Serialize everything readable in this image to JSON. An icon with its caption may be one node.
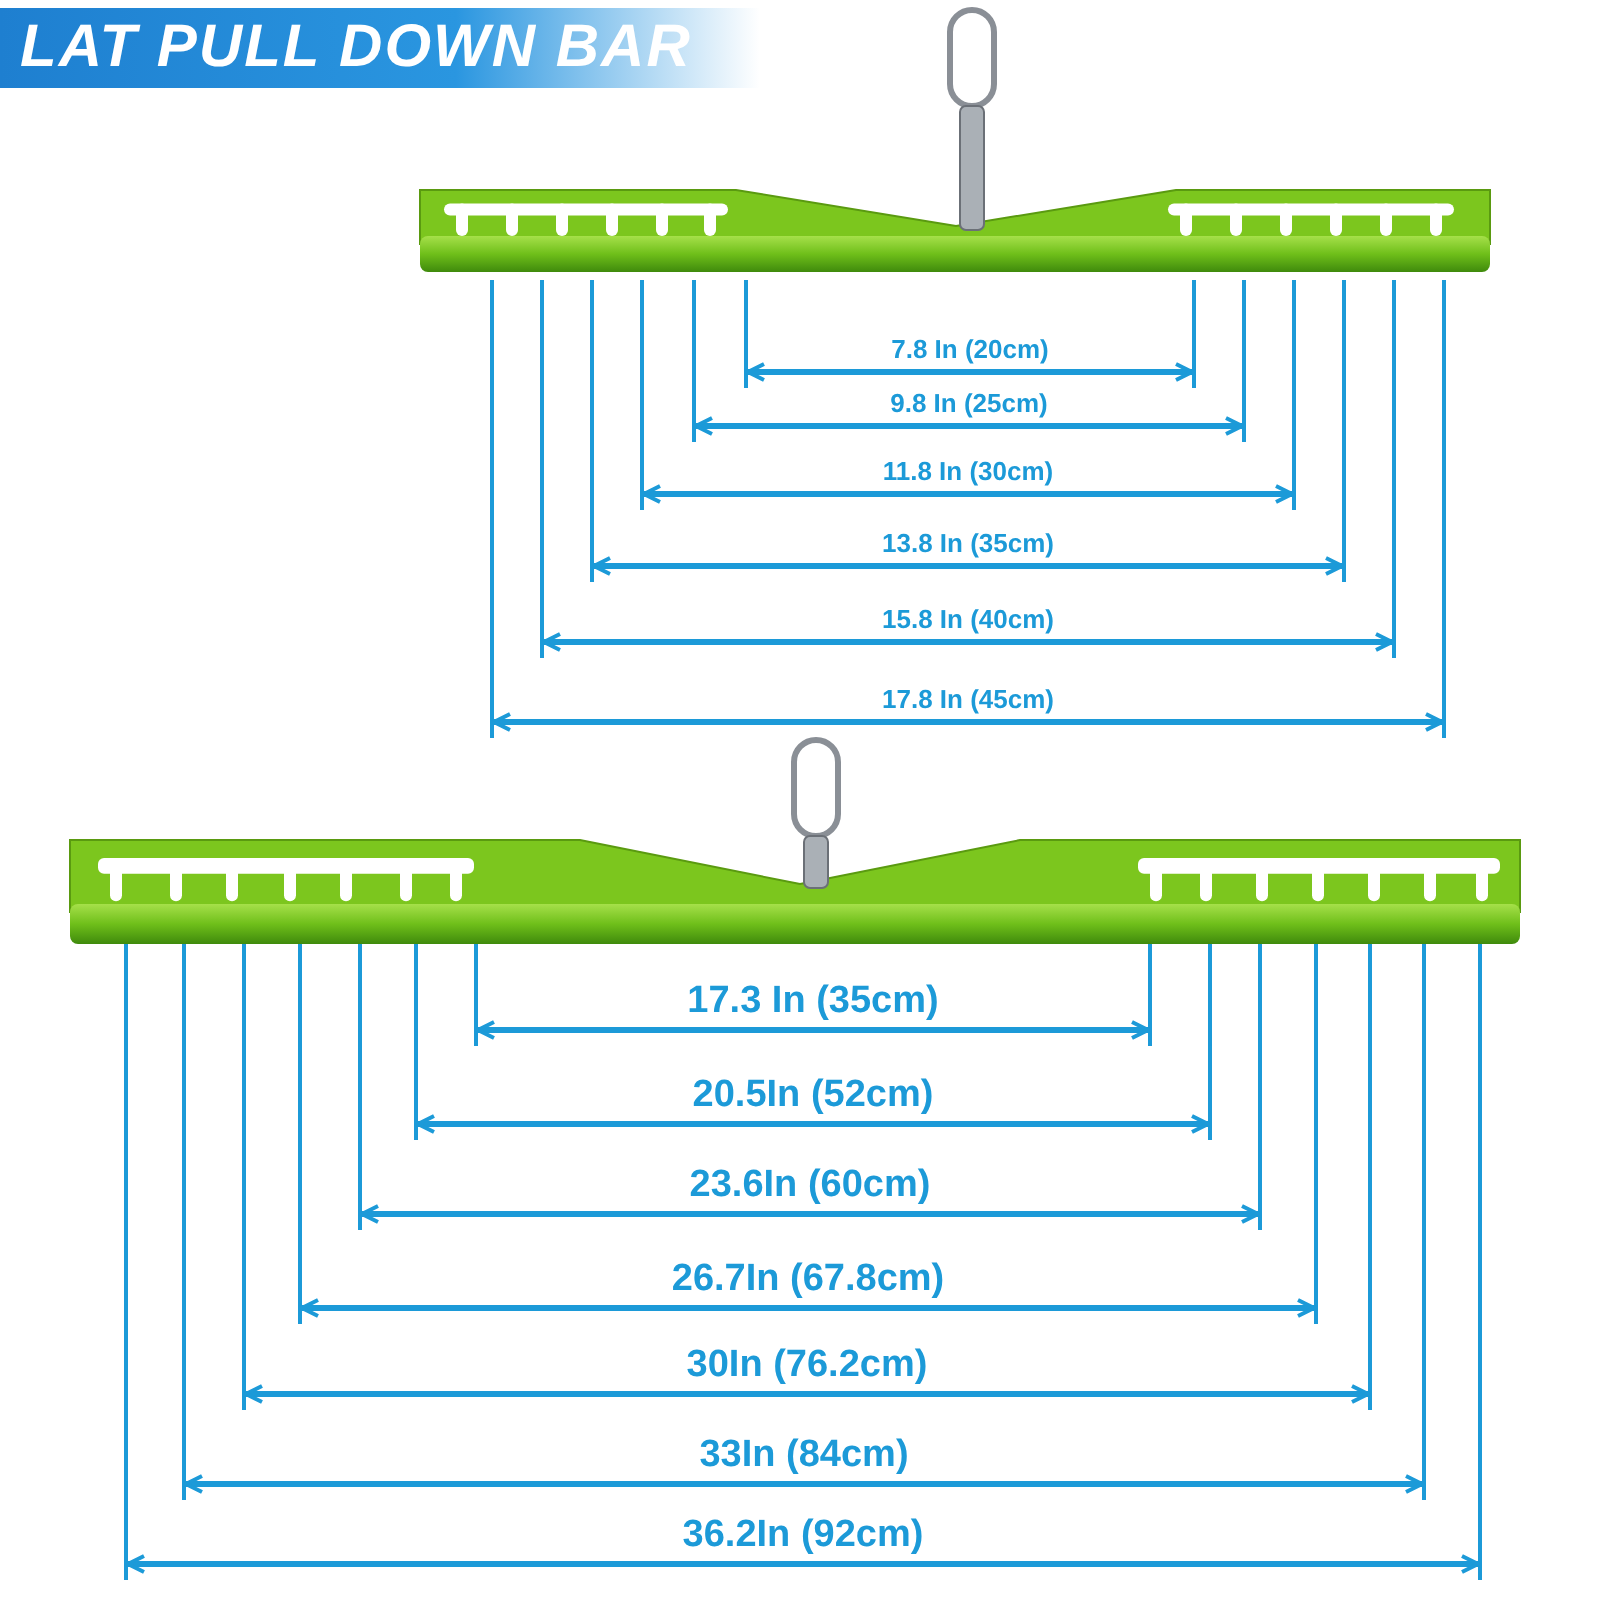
{
  "diagram": {
    "title": "LAT PULL DOWN BAR",
    "labels": [
      "7.8 In (20cm)",
      "9.8 In (25cm)",
      "11.8 In (30cm)",
      "13.8 In (35cm)",
      "15.8 In (40cm)",
      "17.8 In (45cm)",
      "17.3 In (35cm)",
      "20.5In (52cm)",
      "23.6In (60cm)",
      "26.7In (67.8cm)",
      "30In (76.2cm)",
      "33In (84cm)",
      "36.2In (92cm)"
    ]
  }
}
